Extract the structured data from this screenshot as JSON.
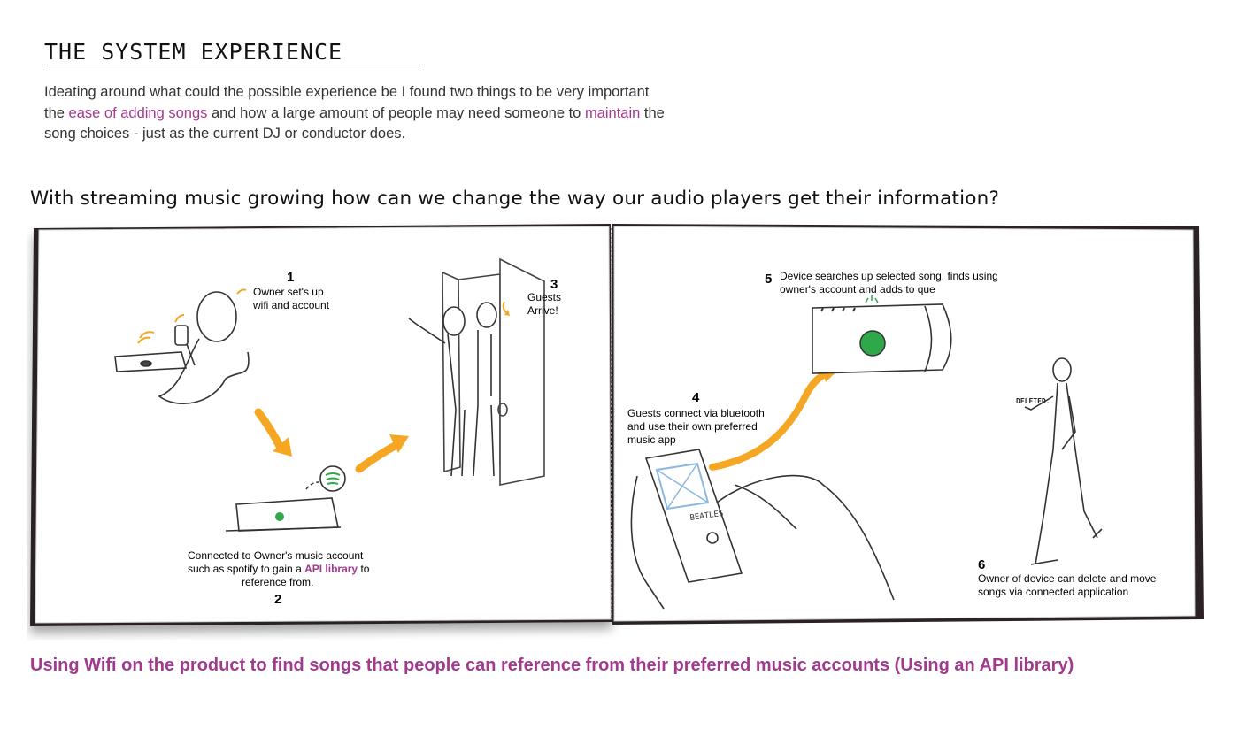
{
  "heading": "THE SYSTEM EXPERIENCE",
  "intro": {
    "line1": "Ideating around what could the possible experience be I found two things to be very important",
    "line2_a": "the ",
    "line2_hl1": "ease of adding songs",
    "line2_b": " and how a large amount of people may need someone to ",
    "line2_hl2": "maintain",
    "line2_c": " the",
    "line3": "song choices - just as the current DJ or conductor does."
  },
  "question": "With streaming music growing how can we change the way our audio players get their information?",
  "steps": {
    "s1": {
      "num": "1",
      "l1": "Owner set's up",
      "l2": "wifi and account"
    },
    "s2": {
      "num": "2",
      "l1": "Connected to Owner's music account",
      "l2a": "such as spotify to gain a ",
      "l2hl": "API library",
      "l2b": " to",
      "l3": "reference from."
    },
    "s3": {
      "num": "3",
      "l1": "Guests",
      "l2": "Arrive!"
    },
    "s4": {
      "num": "4",
      "l1": "Guests connect via bluetooth",
      "l2": "and use their own preferred",
      "l3": "music app"
    },
    "s5": {
      "num": "5",
      "l1": "Device searches up selected song, finds using",
      "l2": "owner's account and adds to que"
    },
    "s6": {
      "num": "6",
      "l1": "Owner of device can delete and move",
      "l2": "songs via connected application"
    }
  },
  "sketch_text": {
    "phone_song": "BEATLES",
    "deleted": "DELETED."
  },
  "caption": "Using Wifi on the product to find songs that people can reference from their preferred music accounts (Using an API library)",
  "colors": {
    "accent": "#a13a8e",
    "arrow": "#f5a623",
    "led": "#2fa84a"
  }
}
